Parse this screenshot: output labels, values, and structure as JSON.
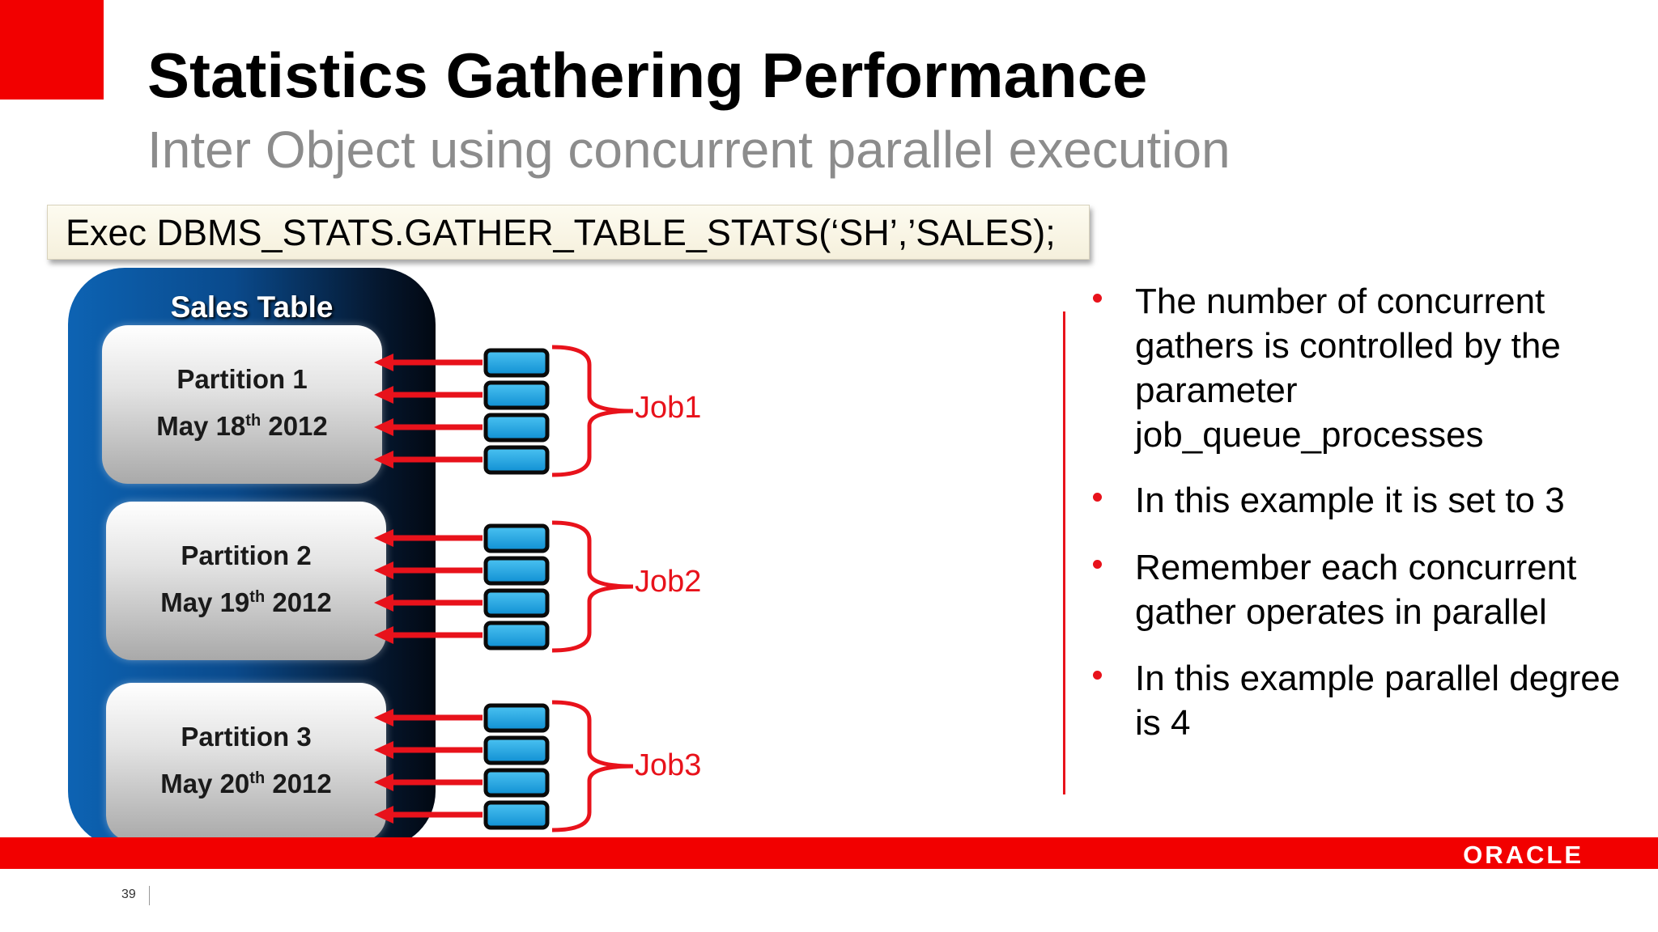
{
  "slide": {
    "title": "Statistics Gathering Performance",
    "subtitle": "Inter Object using concurrent parallel execution",
    "code": "Exec DBMS_STATS.GATHER_TABLE_STATS(‘SH’,’SALES);",
    "page_number": "39",
    "logo": "ORACLE"
  },
  "colors": {
    "accent": "#e8121b",
    "brand_red": "#f20000",
    "slave_fill": "#1aa6e6"
  },
  "diagram": {
    "table_label": "Sales Table",
    "partitions": [
      {
        "name": "Partition 1",
        "date_pre": "May 18",
        "date_sup": "th",
        "date_post": " 2012"
      },
      {
        "name": "Partition 2",
        "date_pre": "May 19",
        "date_sup": "th",
        "date_post": " 2012"
      },
      {
        "name": "Partition 3",
        "date_pre": "May 20",
        "date_sup": "th",
        "date_post": " 2012"
      }
    ],
    "jobs": [
      {
        "label": "Job1",
        "parallel_slaves": 4
      },
      {
        "label": "Job2",
        "parallel_slaves": 4
      },
      {
        "label": "Job3",
        "parallel_slaves": 4
      }
    ]
  },
  "bullets": [
    "The number of concurrent gathers is controlled by the parameter job_queue_processes",
    "In this example it is set to 3",
    "Remember each concurrent gather operates in parallel",
    "In this example parallel degree is 4"
  ]
}
